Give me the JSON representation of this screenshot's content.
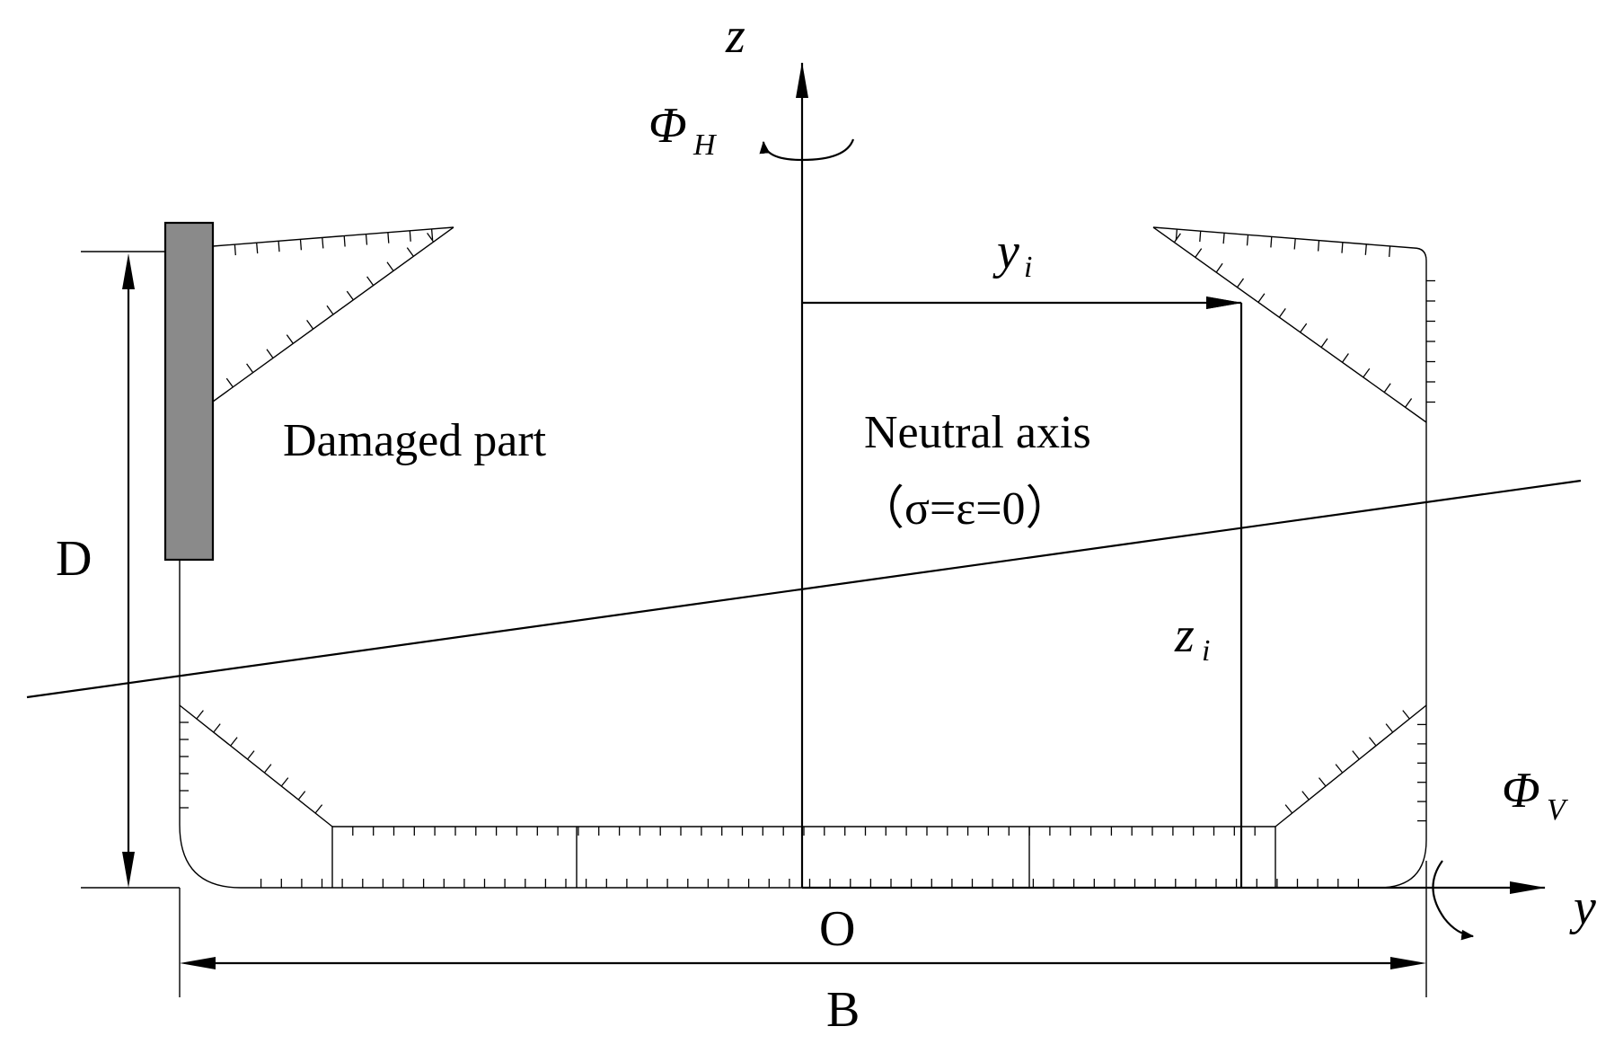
{
  "labels": {
    "z_axis": "z",
    "y_axis": "y",
    "phi": "Φ",
    "phi_h_sub": "H",
    "phi_v_sub": "V",
    "y_i_main": "y",
    "y_i_sub": "i",
    "z_i_main": "z",
    "z_i_sub": "i",
    "damaged_part": "Damaged part",
    "neutral_axis": "Neutral axis",
    "neutral_condition": "（σ=ε=0）",
    "depth": "D",
    "breadth": "B",
    "origin": "O"
  },
  "colors": {
    "line": "#000000",
    "damaged_fill": "#8a8a8a",
    "background": "#ffffff"
  }
}
